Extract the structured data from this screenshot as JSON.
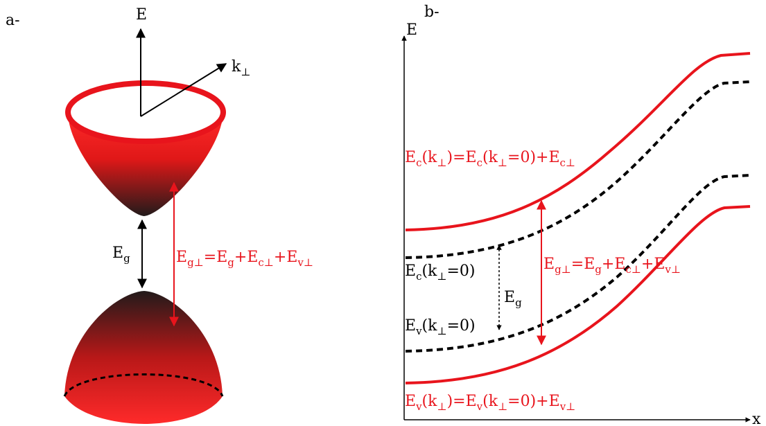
{
  "colors": {
    "red": "#e8141c",
    "black": "#000000",
    "dark": "#2a1a1a"
  },
  "panel_a": {
    "label": "a-",
    "axis_e": "E",
    "axis_k": {
      "base": "k",
      "sub": "⊥"
    },
    "eg_label": {
      "base": "E",
      "sub": "g"
    },
    "egperp_label": {
      "p1": "E",
      "s1": "g⊥",
      "p2": "=E",
      "s2": "g",
      "p3": "+E",
      "s3": "c⊥",
      "p4": "+E",
      "s4": "v⊥"
    }
  },
  "panel_b": {
    "label": "b-",
    "axis_e": "E",
    "axis_x": "x",
    "ec_perp_label": {
      "p1": "E",
      "s1": "c",
      "p2": "(k",
      "s2": "⊥",
      "p3": ")=E",
      "s3": "c",
      "p4": "(k",
      "s4": "⊥",
      "p5": "=0)+E",
      "s5": "c⊥"
    },
    "ev_perp_label": {
      "p1": "E",
      "s1": "v",
      "p2": "(k",
      "s2": "⊥",
      "p3": ")=E",
      "s3": "v",
      "p4": "(k",
      "s4": "⊥",
      "p5": "=0)+E",
      "s5": "v⊥"
    },
    "ec0_label": {
      "p1": "E",
      "s1": "c",
      "p2": "(k",
      "s2": "⊥",
      "p3": "=0)"
    },
    "ev0_label": {
      "p1": "E",
      "s1": "v",
      "p2": "(k",
      "s2": "⊥",
      "p3": "=0)"
    },
    "eg_label": {
      "base": "E",
      "sub": "g"
    },
    "egperp_label": {
      "p1": "E",
      "s1": "g⊥",
      "p2": "=E",
      "s2": "g",
      "p3": "+E",
      "s3": "c⊥",
      "p4": "+E",
      "s4": "v⊥"
    }
  }
}
